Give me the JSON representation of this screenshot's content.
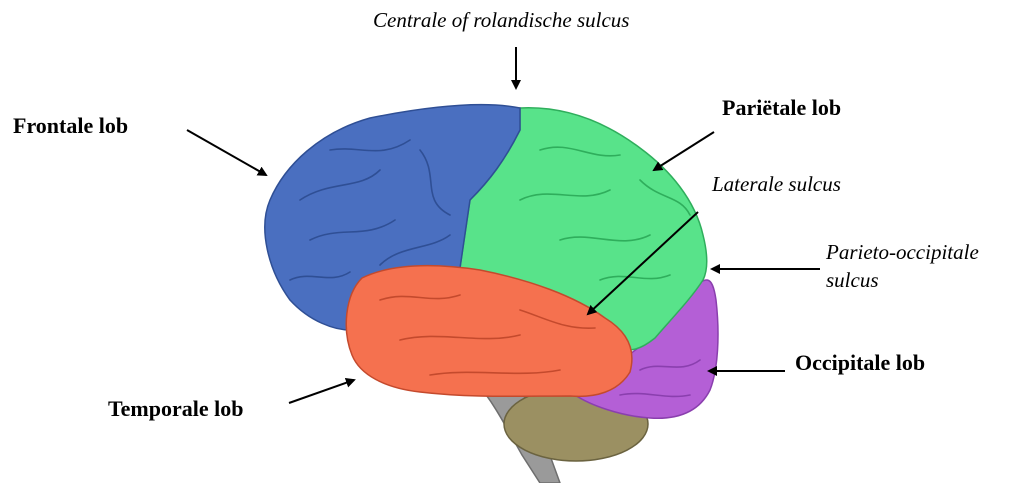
{
  "labels": {
    "frontal": "Frontale lob",
    "central_sulcus": "Centrale of rolandische sulcus",
    "parietal": "Pariëtale lob",
    "lateral_sulcus": "Laterale sulcus",
    "parieto_occipital_line1": "Parieto-occipitale",
    "parieto_occipital_line2": "sulcus",
    "occipital": "Occipitale lob",
    "temporal": "Temporale lob"
  },
  "colors": {
    "frontal": "#4a6fc0",
    "parietal": "#58e38a",
    "temporal": "#f5714f",
    "occipital": "#b45fd6",
    "cerebellum": "#9b9062",
    "brainstem": "#9a9a9a"
  }
}
